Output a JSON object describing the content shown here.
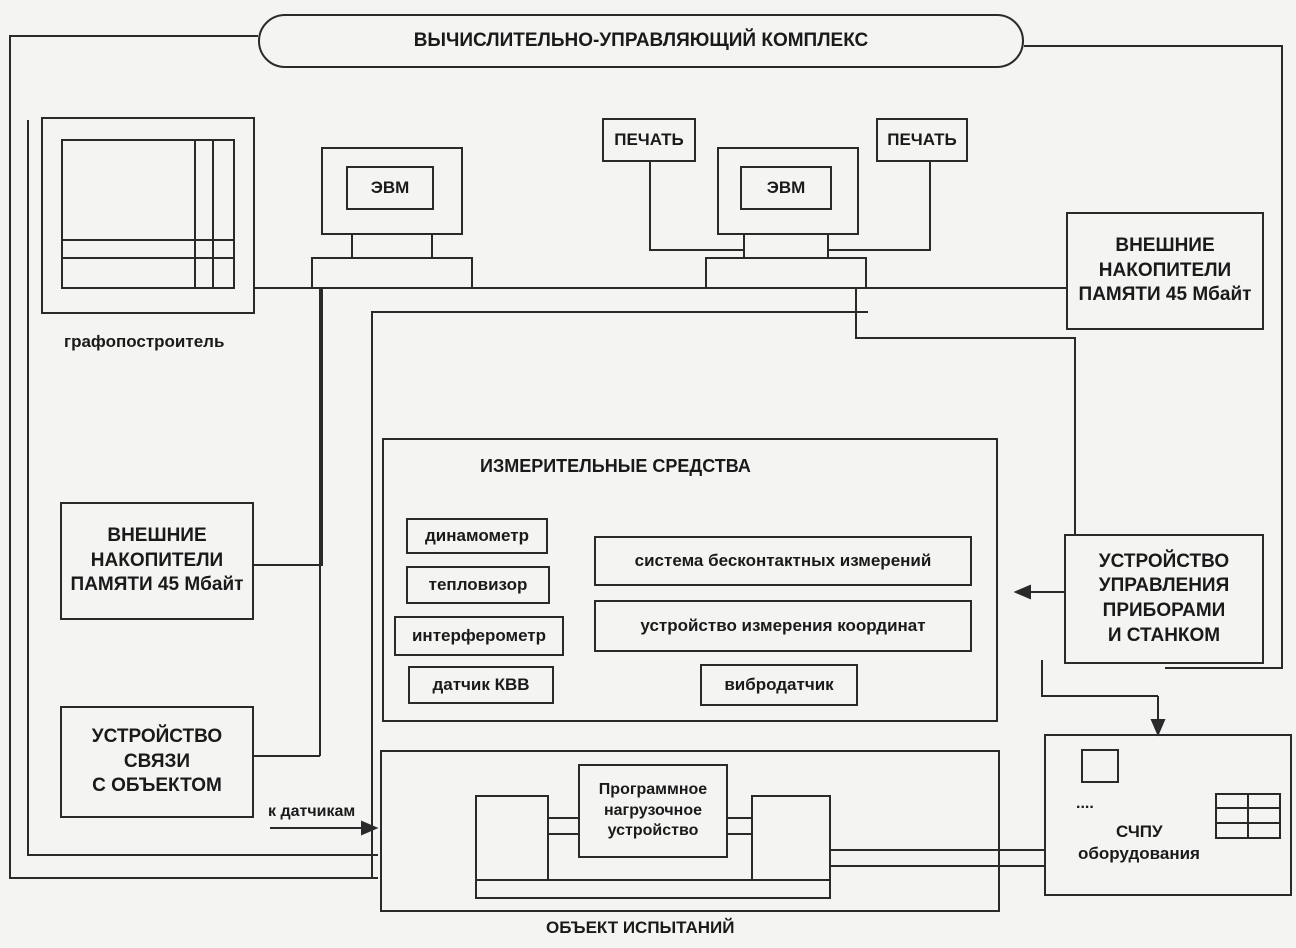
{
  "complex_title": "ВЫЧИСЛИТЕЛЬНО-УПРАВЛЯЮЩИЙ КОМПЛЕКС",
  "plotter_label": "графопостроитель",
  "computer1_label": "ЭВМ",
  "computer2_label": "ЭВМ",
  "print_left_label": "ПЕЧАТЬ",
  "print_right_label": "ПЕЧАТЬ",
  "storage_right": [
    "ВНЕШНИЕ",
    "НАКОПИТЕЛИ",
    "ПАМЯТИ 45 Мбайт"
  ],
  "storage_left": [
    "ВНЕШНИЕ",
    "НАКОПИТЕЛИ",
    "ПАМЯТИ 45 Мбайт"
  ],
  "comm_device": [
    "УСТРОЙСТВО",
    "СВЯЗИ",
    "С ОБЪЕКТОМ"
  ],
  "to_sensors_label": "к датчикам",
  "measuring": {
    "title": "ИЗМЕРИТЕЛЬНЫЕ СРЕДСТВА",
    "dynamometer": "динамометр",
    "thermal_imager": "тепловизор",
    "interferometer": "интерферометр",
    "kvv_sensor": "датчик КВВ",
    "noncontact_system": "система бесконтактных измерений",
    "coordinate_device": "устройство измерения координат",
    "vibration_sensor": "вибродатчик"
  },
  "control_device": [
    "УСТРОЙСТВО",
    "УПРАВЛЕНИЯ",
    "ПРИБОРАМИ",
    "И СТАНКОМ"
  ],
  "load_device": [
    "Программное",
    "нагрузочное",
    "устройство"
  ],
  "test_object_label": "ОБЪЕКТ ИСПЫТАНИЙ",
  "cnc": {
    "dots": "....",
    "line1": "СЧПУ",
    "line2": "оборудования"
  }
}
